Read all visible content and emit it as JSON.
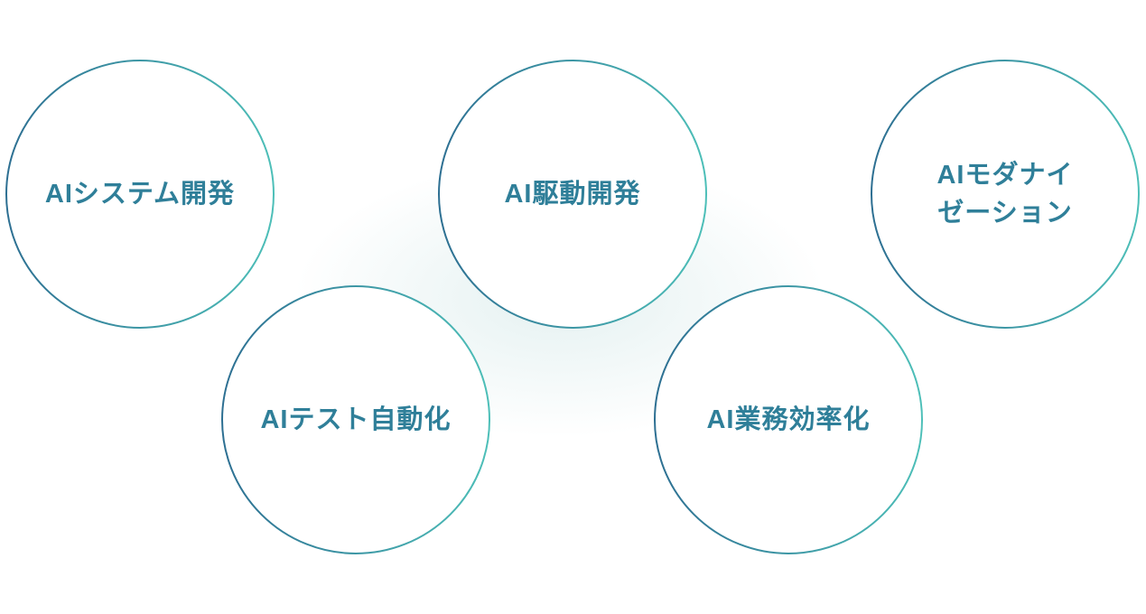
{
  "diagram": {
    "nodes": [
      {
        "id": "ai-system-dev",
        "lines": [
          "AIシステム開発"
        ]
      },
      {
        "id": "ai-driven-dev",
        "lines": [
          "AI駆動開発"
        ]
      },
      {
        "id": "ai-modernization",
        "lines": [
          "AIモダナイ",
          "ゼーション"
        ]
      },
      {
        "id": "ai-test-automation",
        "lines": [
          "AIテスト自動化"
        ]
      },
      {
        "id": "ai-business-efficiency",
        "lines": [
          "AI業務効率化"
        ]
      }
    ],
    "colors": {
      "ring_start": "#2d6f92",
      "ring_end": "#4dbfb8",
      "text": "#2f7f99",
      "glow": "#a0cdcd"
    }
  }
}
